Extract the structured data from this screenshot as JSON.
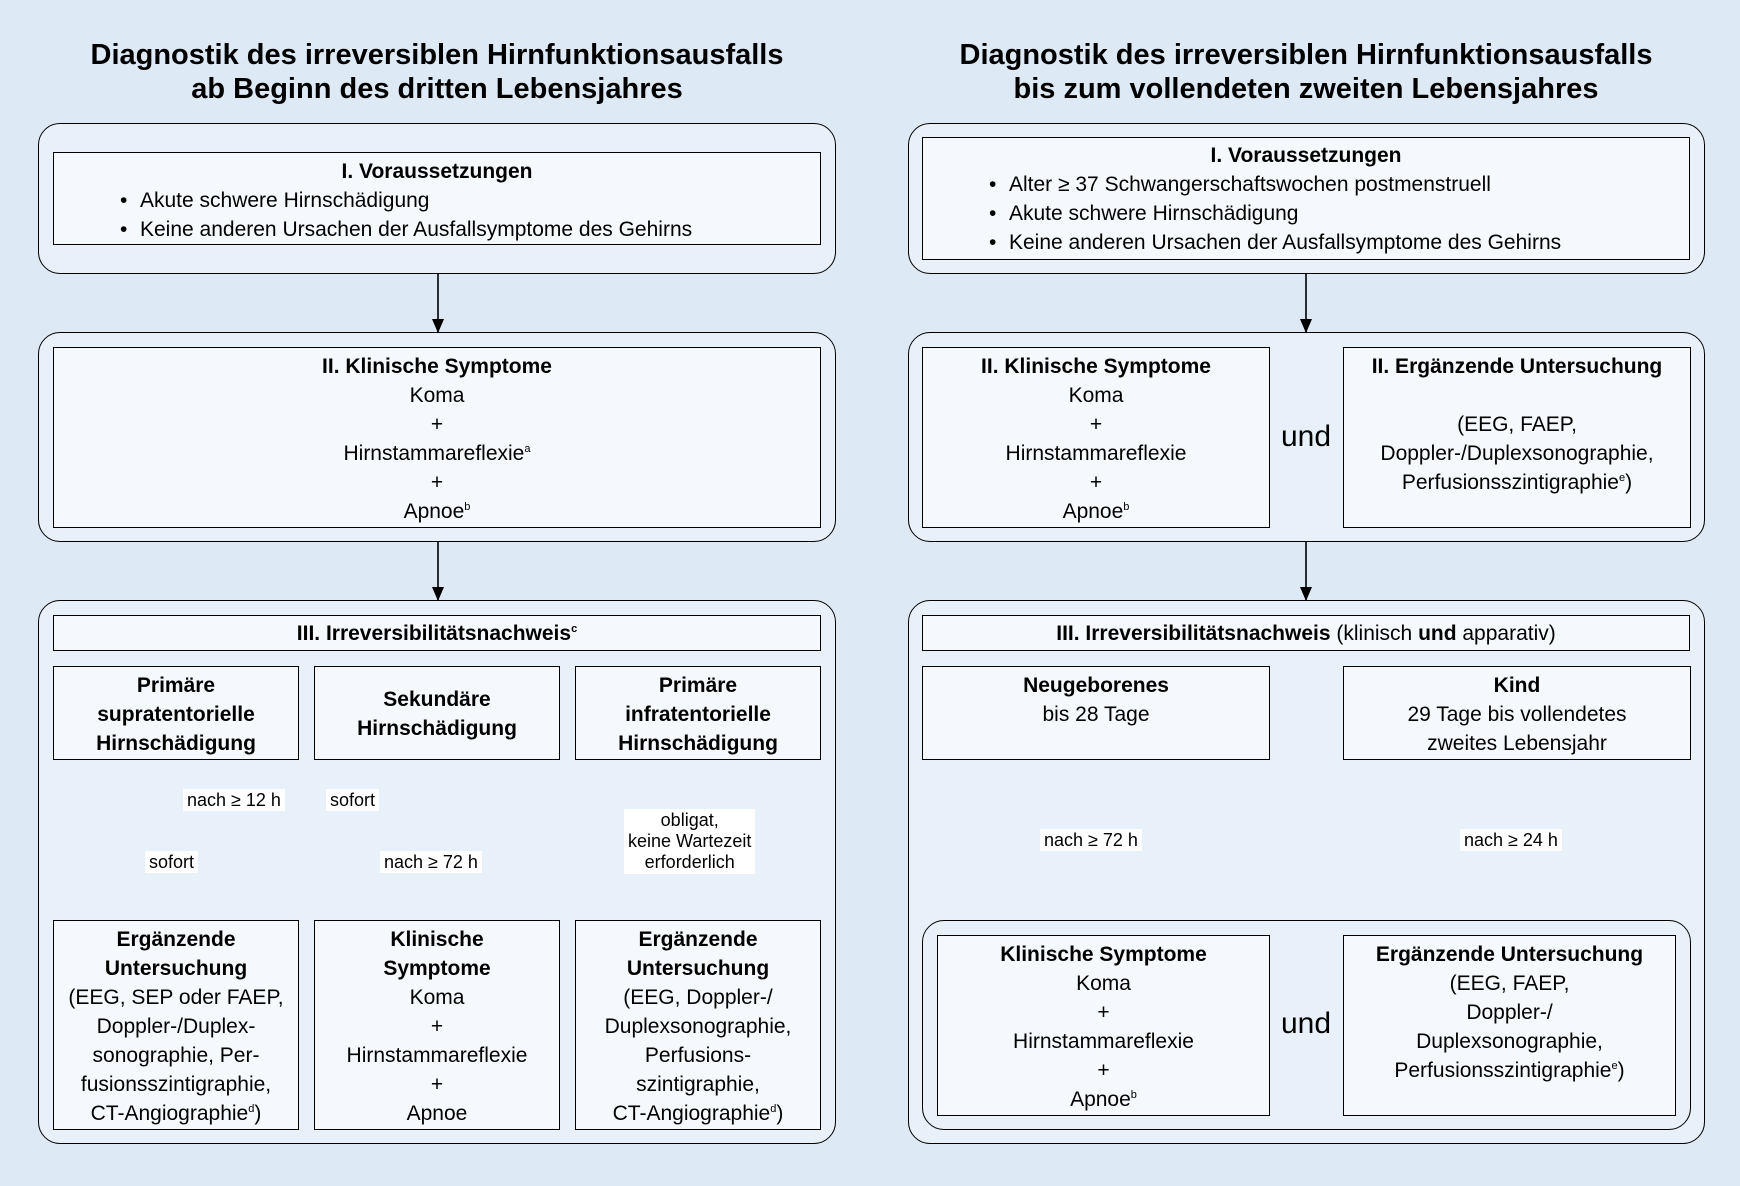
{
  "left": {
    "title_line1": "Diagnostik des irreversiblen Hirnfunktionsausfalls",
    "title_line2": "ab Beginn des dritten Lebensjahres",
    "prerequisites": {
      "heading": "I. Voraussetzungen",
      "items": [
        "Akute schwere Hirnschädigung",
        "Keine anderen Ursachen der Ausfallsymptome des Gehirns"
      ]
    },
    "clinical": {
      "heading": "II. Klinische Symptome",
      "koma": "Koma",
      "plus1": "+",
      "reflexie": "Hirnstammareflexie",
      "reflexie_sup": "a",
      "plus2": "+",
      "apnoe": "Apnoe",
      "apnoe_sup": "b"
    },
    "irreversibility": {
      "heading": "III. Irreversibilitätsnachweis",
      "heading_sup": "c",
      "primary_supra": [
        "Primäre",
        "supratentorielle",
        "Hirnschädigung"
      ],
      "secondary": [
        "Sekundäre",
        "Hirnschädigung"
      ],
      "primary_infra": [
        "Primäre",
        "infratentorielle",
        "Hirnschädigung"
      ],
      "labels": {
        "nach12": "nach ≥ 12 h",
        "sofort_a": "sofort",
        "sofort_b": "sofort",
        "nach72": "nach ≥ 72 h",
        "obligat1": "obligat,",
        "obligat2": "keine Wartezeit",
        "obligat3": "erforderlich"
      },
      "exam1": {
        "heading1": "Ergänzende",
        "heading2": "Untersuchung",
        "lines": [
          "(EEG, SEP oder FAEP,",
          "Doppler-/Duplex-",
          "sonographie, Per-",
          "fusionsszintigraphie,"
        ],
        "last": "CT-Angiographie",
        "last_sup": "d",
        "last_end": ")"
      },
      "clinical2": {
        "heading1": "Klinische",
        "heading2": "Symptome",
        "koma": "Koma",
        "plus1": "+",
        "reflexie": "Hirnstammareflexie",
        "plus2": "+",
        "apnoe": "Apnoe"
      },
      "exam2": {
        "heading1": "Ergänzende",
        "heading2": "Untersuchung",
        "lines": [
          "(EEG, Doppler-/",
          "Duplexsonographie,",
          "Perfusions-",
          "szintigraphie,"
        ],
        "last": "CT-Angiographie",
        "last_sup": "d",
        "last_end": ")"
      }
    }
  },
  "right": {
    "title_line1": "Diagnostik des irreversiblen Hirnfunktionsausfalls",
    "title_line2": "bis zum vollendeten zweiten Lebensjahres",
    "prerequisites": {
      "heading": "I. Voraussetzungen",
      "items": [
        "Alter ≥ 37 Schwangerschaftswochen postmenstruell",
        "Akute schwere Hirnschädigung",
        "Keine anderen Ursachen der Ausfallsymptome des Gehirns"
      ]
    },
    "clinical": {
      "heading": "II. Klinische Symptome",
      "koma": "Koma",
      "plus1": "+",
      "reflexie": "Hirnstammareflexie",
      "plus2": "+",
      "apnoe": "Apnoe",
      "apnoe_sup": "b"
    },
    "und1": "und",
    "exam": {
      "heading": "II. Ergänzende Untersuchung",
      "line1": "(EEG, FAEP,",
      "line2": "Doppler-/Duplexsonographie,",
      "line3": "Perfusionsszintigraphie",
      "line3_sup": "e",
      "line3_end": ")"
    },
    "irreversibility": {
      "heading": "III. Irreversibilitätsnachweis",
      "paren_open": "(klinisch ",
      "und": "und",
      "paren_close": " apparativ)",
      "newborn": {
        "heading": "Neugeborenes",
        "line": "bis 28 Tage"
      },
      "child": {
        "heading": "Kind",
        "line1": "29 Tage bis vollendetes",
        "line2": "zweites Lebensjahr"
      },
      "nach72": "nach ≥ 72 h",
      "nach24": "nach ≥ 24 h",
      "clinical": {
        "heading": "Klinische Symptome",
        "koma": "Koma",
        "plus1": "+",
        "reflexie": "Hirnstammareflexie",
        "plus2": "+",
        "apnoe": "Apnoe",
        "apnoe_sup": "b"
      },
      "und2": "und",
      "exam": {
        "heading": "Ergänzende Untersuchung",
        "line1": "(EEG, FAEP,",
        "line2": "Doppler-/",
        "line3": "Duplexsonographie,",
        "line4": "Perfusionsszintigraphie",
        "line4_sup": "e",
        "line4_end": ")"
      }
    }
  }
}
